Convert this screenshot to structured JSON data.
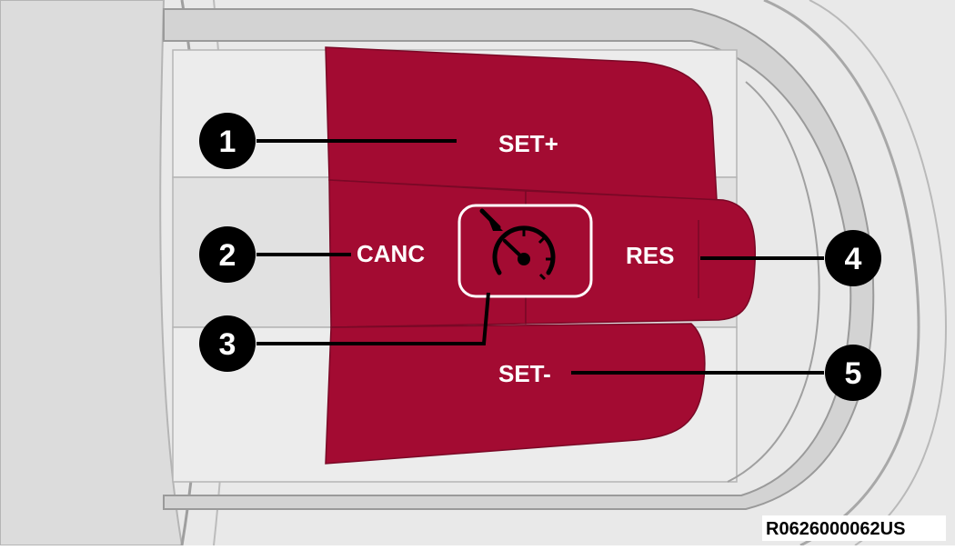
{
  "buttons": {
    "set_plus": "SET+",
    "canc": "CANC",
    "res": "RES",
    "set_minus": "SET-",
    "cruise_icon": "cruise-control-speedometer-icon"
  },
  "callouts": [
    "1",
    "2",
    "3",
    "4",
    "5"
  ],
  "caption": "R0626000062US",
  "colors": {
    "button_red": "#A30B32",
    "outline": "#000000",
    "bezel_light": "#E6E6E6",
    "bezel_mid": "#C8C8C8",
    "bezel_dark": "#A8A8A8"
  }
}
